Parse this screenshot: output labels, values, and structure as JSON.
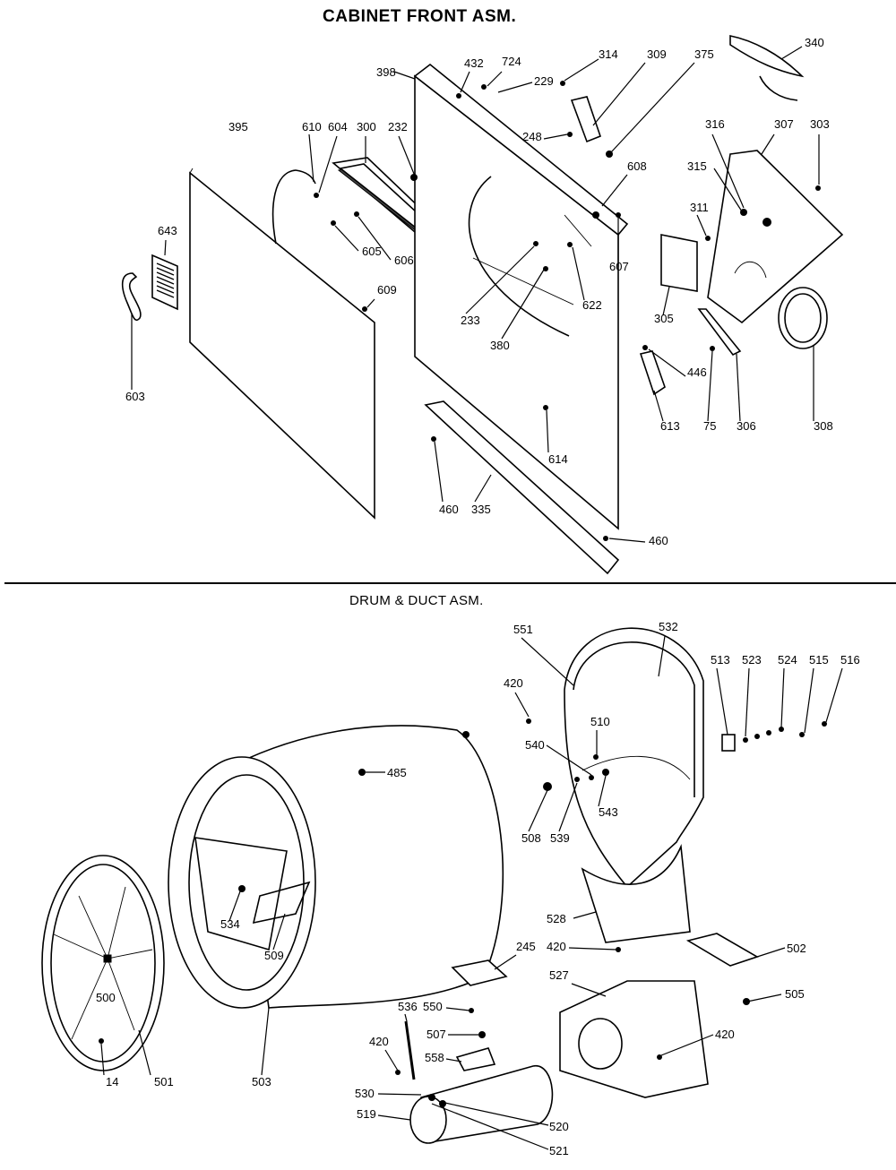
{
  "sections": [
    {
      "title": "CABINET FRONT ASM."
    },
    {
      "title": "DRUM & DUCT ASM."
    }
  ],
  "callouts": [
    "340",
    "398",
    "432",
    "724",
    "314",
    "309",
    "375",
    "229",
    "395",
    "610",
    "604",
    "300",
    "232",
    "248",
    "316",
    "307",
    "303",
    "315",
    "608",
    "311",
    "643",
    "605",
    "606",
    "607",
    "305",
    "609",
    "603",
    "233",
    "622",
    "380",
    "308",
    "446",
    "613",
    "75",
    "306",
    "614",
    "460",
    "335",
    "460",
    "551",
    "532",
    "513",
    "523",
    "524",
    "515",
    "516",
    "420",
    "510",
    "540",
    "543",
    "485",
    "508",
    "539",
    "528",
    "534",
    "509",
    "245",
    "420",
    "502",
    "500",
    "527",
    "505",
    "536",
    "550",
    "507",
    "420",
    "420",
    "558",
    "14",
    "501",
    "503",
    "530",
    "519",
    "520",
    "521"
  ]
}
